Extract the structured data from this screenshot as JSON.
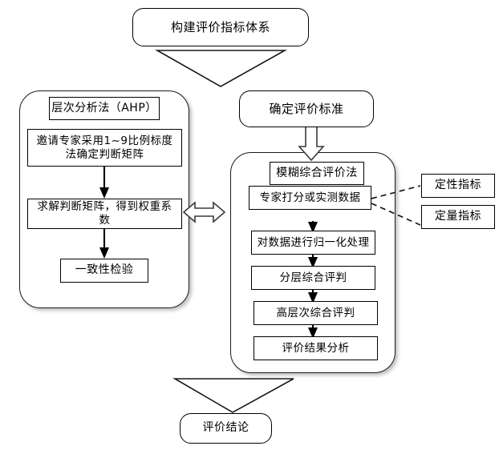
{
  "diagram": {
    "title_node": {
      "label": "构建评价指标体系"
    },
    "standard_node": {
      "label": "确定评价标准"
    },
    "conclusion_node": {
      "label": "评价结论"
    },
    "ahp_panel": {
      "header": "层次分析法（AHP）",
      "steps": [
        {
          "label": "邀请专家采用1~9比例标度法确定判断矩阵"
        },
        {
          "label": "求解判断矩阵，得到权重系数"
        },
        {
          "label": "一致性检验"
        }
      ]
    },
    "fuzzy_panel": {
      "header": "模糊综合评价法",
      "steps": [
        {
          "label": "专家打分或实测数据"
        },
        {
          "label": "对数据进行归一化处理"
        },
        {
          "label": "分层综合评判"
        },
        {
          "label": "高层次综合评判"
        },
        {
          "label": "评价结果分析"
        }
      ]
    },
    "side_labels": [
      {
        "label": "定性指标"
      },
      {
        "label": "定量指标"
      }
    ],
    "connectors": {
      "top_arrow": "down-triangle-arrow",
      "standard_arrow": "down-block-arrow",
      "panel_link": "double-headed-arrow",
      "bottom_arrow": "down-triangle-arrow",
      "indicator_links": "dashed-connector"
    },
    "colors": {
      "stroke": "#000000",
      "background": "#ffffff",
      "shadow": "#787878"
    }
  }
}
